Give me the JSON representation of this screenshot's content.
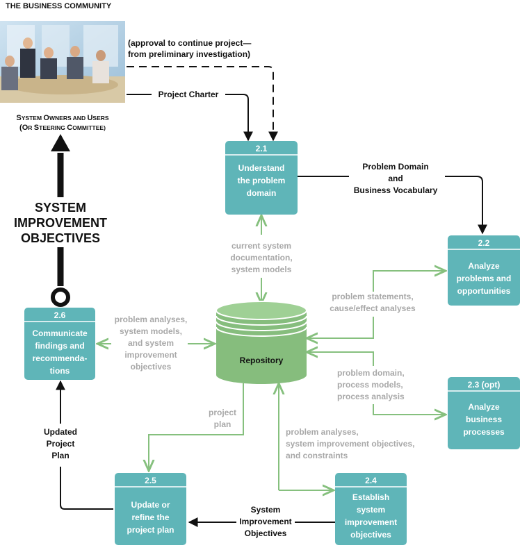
{
  "header": {
    "title": "THE BUSINESS COMMUNITY"
  },
  "owners": {
    "line1": {
      "c1": "S",
      "r1": "YSTEM ",
      "c2": "O",
      "r2": "WNERS AND ",
      "c3": "U",
      "r3": "SERS"
    },
    "line2": {
      "p": "(",
      "c1": "O",
      "r1": "R ",
      "c2": "S",
      "r2": "TEERING ",
      "c3": "C",
      "r3": "OMMITTEE)"
    }
  },
  "objectives_label": [
    "SYSTEM",
    "IMPROVEMENT",
    "OBJECTIVES"
  ],
  "processes": [
    {
      "id": "2.1",
      "lines": [
        "Understand",
        "the problem",
        "domain"
      ]
    },
    {
      "id": "2.2",
      "lines": [
        "Analyze",
        "problems and",
        "opportunities"
      ]
    },
    {
      "id": "2.3 (opt)",
      "lines": [
        "Analyze",
        "business",
        "processes"
      ]
    },
    {
      "id": "2.4",
      "lines": [
        "Establish",
        "system",
        "improvement",
        "objectives"
      ]
    },
    {
      "id": "2.5",
      "lines": [
        "Update or",
        "refine the",
        "project plan"
      ]
    },
    {
      "id": "2.6",
      "lines": [
        "Communicate",
        "findings and",
        "recommenda-",
        "tions"
      ]
    }
  ],
  "repository": {
    "label": "Repository"
  },
  "flows": {
    "approval": [
      "(approval to continue project—",
      "from preliminary investigation)"
    ],
    "charter": [
      "Project Charter"
    ],
    "problem_domain_vocab": [
      "Problem Domain",
      "and",
      "Business Vocabulary"
    ],
    "current_system": [
      "current system",
      "documentation,",
      "system models"
    ],
    "problem_statements": [
      "problem statements,",
      "cause/effect analyses"
    ],
    "process_models": [
      "problem domain,",
      "process models,",
      "process analysis"
    ],
    "problem_analyses_left": [
      "problem analyses,",
      "system models,",
      "and system",
      "improvement",
      "objectives"
    ],
    "project_plan": [
      "project",
      "plan"
    ],
    "constraints": [
      "problem analyses,",
      "system improvement objectives,",
      "and constraints"
    ],
    "updated_plan": [
      "Updated",
      "Project",
      "Plan"
    ],
    "sio_bottom": [
      "System",
      "Improvement",
      "Objectives"
    ]
  },
  "colors": {
    "box": "#5fb5b8",
    "repo": "#86bd7d",
    "flow_green": "#86c07e",
    "text_gray": "#a8a8a8"
  }
}
